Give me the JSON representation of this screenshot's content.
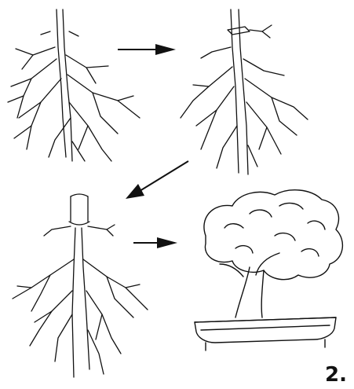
{
  "figure": {
    "label": "2."
  },
  "stages": [
    {
      "name": "root-cutting"
    },
    {
      "name": "wired-root"
    },
    {
      "name": "trimmed-root"
    },
    {
      "name": "bonsai-in-pot"
    }
  ],
  "colors": {
    "ink": "#111111",
    "background": "#ffffff"
  }
}
